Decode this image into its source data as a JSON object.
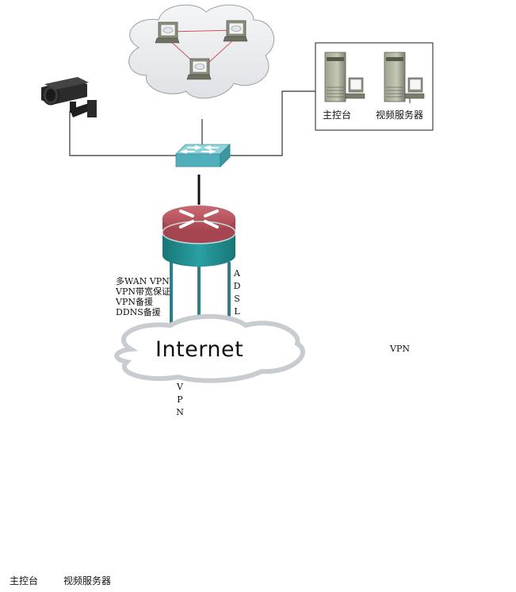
{
  "diagram": {
    "internet_label": "Internet",
    "top_site": {
      "console_label": "主控台",
      "video_server_label": "视频服务器"
    },
    "bottom_site": {
      "console_label": "主控台",
      "video_server_label": "视频服务器"
    },
    "wan_features": [
      "多WAN VPN",
      "VPN带宽保证",
      "VPN备援",
      "DDNS备援"
    ],
    "adsl_label": [
      "A",
      "D",
      "S",
      "L"
    ],
    "vpn_vertical_label": [
      "V",
      "P",
      "N"
    ],
    "remote_vpn_label": "VPN",
    "colors": {
      "router_top": "#b5525c",
      "router_base": "#1f8a8c",
      "switch": "#5fb8c4",
      "link_teal": "#2f7f86",
      "cloud": "#e9ecef",
      "vpn_dash": "#4a7a80",
      "person": "#777777",
      "office_worker": "#9a9d80"
    }
  }
}
